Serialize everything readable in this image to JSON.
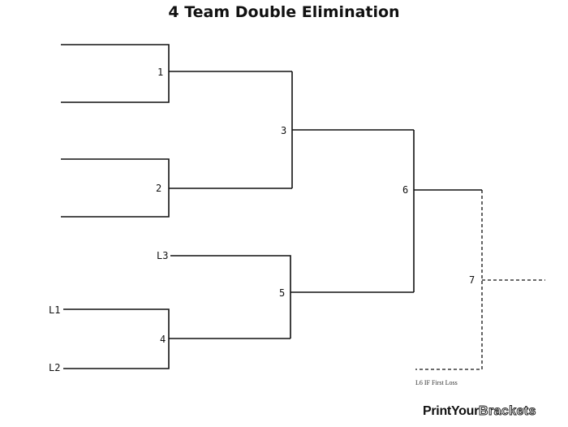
{
  "title": "4 Team Double Elimination",
  "games": [
    "1",
    "2",
    "3",
    "4",
    "5",
    "6",
    "7"
  ],
  "seeds": {
    "l1": "L1",
    "l2": "L2",
    "l3": "L3"
  },
  "note": "L6 IF First Loss",
  "logo": {
    "bold": "PrintYour",
    "outline": "Brackets"
  }
}
